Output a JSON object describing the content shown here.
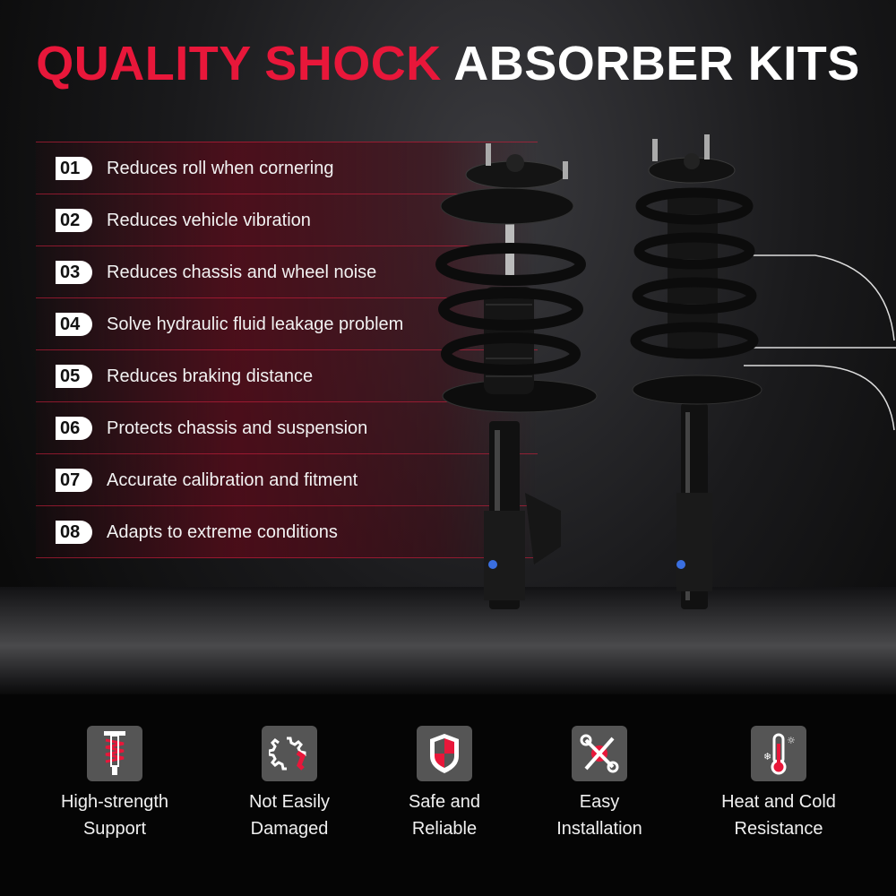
{
  "title": {
    "highlight": "QUALITY SHOCK",
    "rest": "ABSORBER KITS"
  },
  "features": [
    {
      "num": "01",
      "text": "Reduces roll when cornering"
    },
    {
      "num": "02",
      "text": "Reduces vehicle vibration"
    },
    {
      "num": "03",
      "text": "Reduces chassis and wheel noise"
    },
    {
      "num": "04",
      "text": "Solve hydraulic fluid leakage problem"
    },
    {
      "num": "05",
      "text": "Reduces braking distance"
    },
    {
      "num": "06",
      "text": "Protects chassis and suspension"
    },
    {
      "num": "07",
      "text": "Accurate calibration and fitment"
    },
    {
      "num": "08",
      "text": "Adapts to extreme conditions"
    }
  ],
  "benefits": [
    {
      "icon": "coilover-spring-icon",
      "line1": "High-strength",
      "line2": "Support"
    },
    {
      "icon": "gear-broken-icon",
      "line1": "Not Easily",
      "line2": "Damaged"
    },
    {
      "icon": "shield-icon",
      "line1": "Safe and",
      "line2": "Reliable"
    },
    {
      "icon": "wrench-screwdriver-icon",
      "line1": "Easy",
      "line2": "Installation"
    },
    {
      "icon": "thermometer-icon",
      "line1": "Heat and Cold",
      "line2": "Resistance"
    }
  ],
  "colors": {
    "accent": "#e8173a",
    "icon_bg": "#555555"
  }
}
